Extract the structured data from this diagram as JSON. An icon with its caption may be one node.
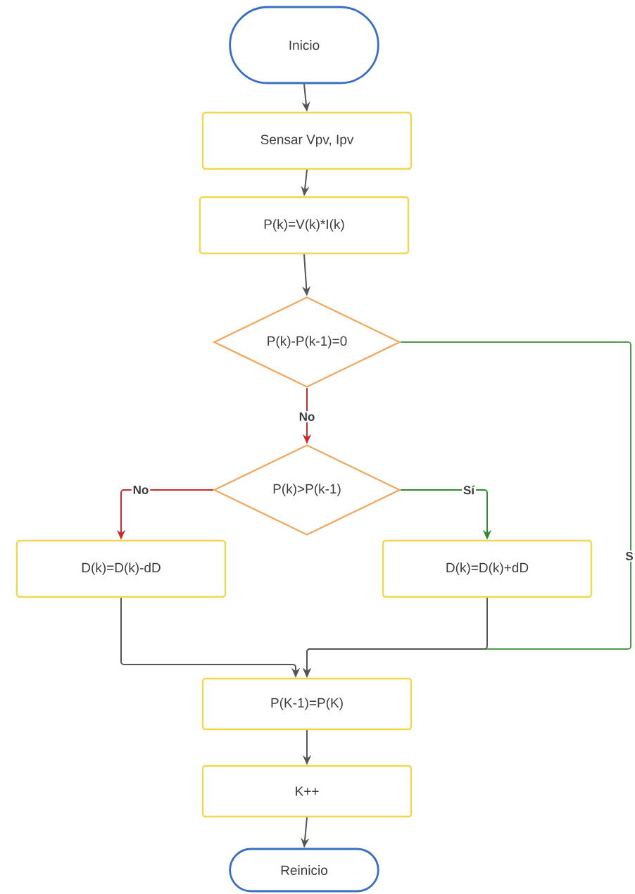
{
  "diagram": {
    "nodes": [
      {
        "text": [
          "Inicio"
        ]
      },
      {
        "text": [
          "Sensar Vpv, Ipv"
        ]
      },
      {
        "text": [
          "P(k)=V(k)*I(k)"
        ]
      },
      {
        "text": [
          "P(k)-P(k-1)=0"
        ]
      },
      {
        "text": [
          "P(k)>P(k-1)"
        ]
      },
      {
        "text": [
          "D(k)=D(k)-dD"
        ]
      },
      {
        "text": [
          "D(k)=D(k)+dD"
        ]
      },
      {
        "text": [
          "P(K-1)=P(K)"
        ]
      },
      {
        "text": [
          "K++"
        ]
      },
      {
        "text": [
          "Reinicio"
        ]
      }
    ],
    "edges": [
      {
        "from": 0,
        "to": 1,
        "arrow": "to"
      },
      {
        "from": 1,
        "to": 2,
        "arrow": "to"
      },
      {
        "from": 2,
        "to": 3,
        "arrow": "to"
      },
      {
        "from": 3,
        "to": 4,
        "arrow": "to",
        "label": "No",
        "color": "#cc2a2a"
      },
      {
        "from": 4,
        "to": 5,
        "arrow": "to",
        "label": "No",
        "color": "#cc2a2a"
      },
      {
        "from": 4,
        "to": 6,
        "arrow": "to",
        "label": "Sí",
        "color": "#2e8b2e"
      },
      {
        "from": 5,
        "to": 7,
        "arrow": "to"
      },
      {
        "from": 3,
        "to": 7,
        "arrow": "to",
        "label": "S",
        "color": "#4f9a4f"
      },
      {
        "from": 6,
        "to": 7,
        "arrow": "to"
      },
      {
        "from": 7,
        "to": 8,
        "arrow": "to"
      },
      {
        "from": 8,
        "to": 9,
        "arrow": "to"
      }
    ]
  }
}
